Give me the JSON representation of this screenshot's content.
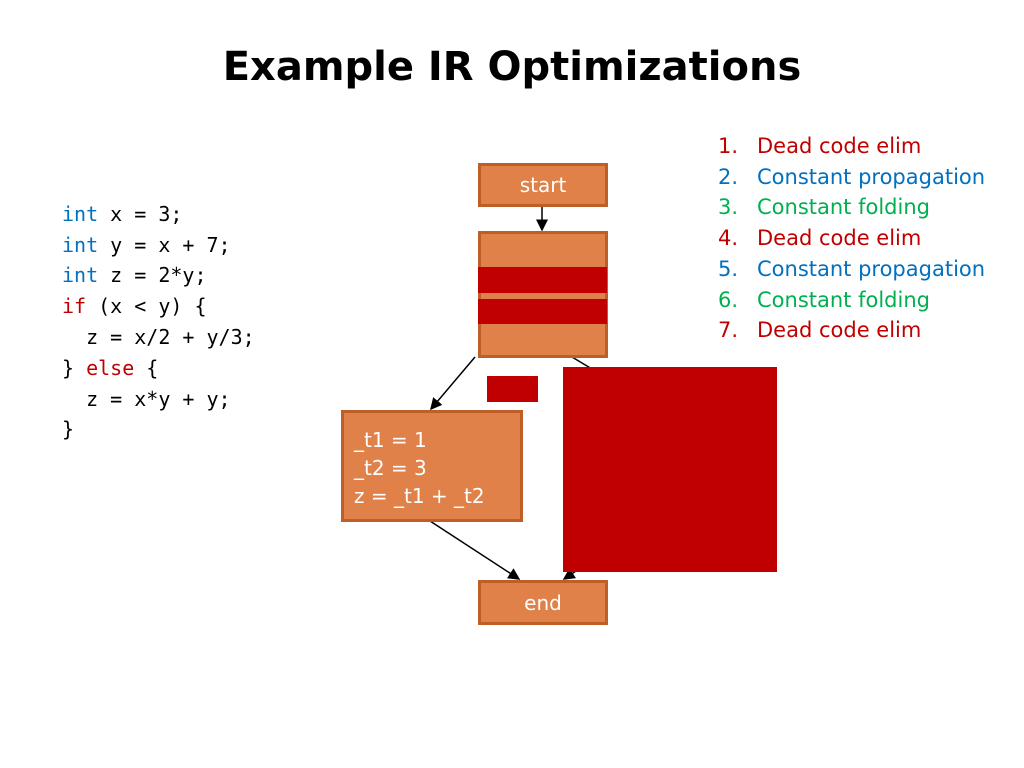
{
  "title": "Example IR Optimizations",
  "code": [
    {
      "kw": "int",
      "rest": " x = 3;",
      "kwcolor": "blue"
    },
    {
      "kw": "int",
      "rest": " y = x + 7;",
      "kwcolor": "blue"
    },
    {
      "kw": "int",
      "rest": " z = 2*y;",
      "kwcolor": "blue"
    },
    {
      "kw": "if",
      "rest": " (x < y) {",
      "kwcolor": "red"
    },
    {
      "kw": "",
      "rest": "  z = x/2 + y/3;"
    },
    {
      "kw": "else",
      "pre": "} ",
      "rest": " {",
      "kwcolor": "red"
    },
    {
      "kw": "",
      "rest": "  z = x*y + y;"
    },
    {
      "kw": "",
      "rest": "}"
    }
  ],
  "cfg": {
    "start": "start",
    "end": "end",
    "left_block": [
      "_t1 = 1",
      "_t2 = 3",
      "z = _t1 + _t2"
    ]
  },
  "steps": [
    {
      "num": "1.",
      "label": "Dead code elim",
      "color": "#C00000"
    },
    {
      "num": "2.",
      "label": "Constant propagation",
      "color": "#0070C0"
    },
    {
      "num": "3.",
      "label": "Constant folding",
      "color": "#00B050"
    },
    {
      "num": "4.",
      "label": "Dead code elim",
      "color": "#C00000"
    },
    {
      "num": "5.",
      "label": "Constant propagation",
      "color": "#0070C0"
    },
    {
      "num": "6.",
      "label": "Constant folding",
      "color": "#00B050"
    },
    {
      "num": "7.",
      "label": "Dead code elim",
      "color": "#C00000"
    }
  ]
}
